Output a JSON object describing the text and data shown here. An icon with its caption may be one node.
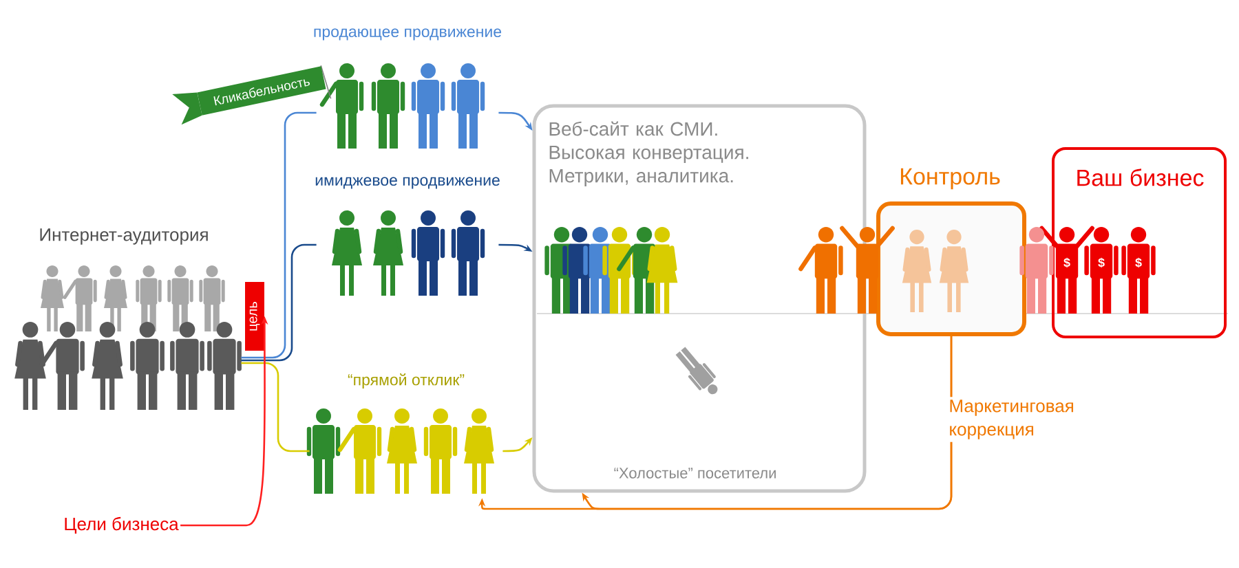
{
  "diagram": {
    "nodes": [
      {
        "text": [
          "Интернет-аудитория"
        ]
      },
      {
        "text": [
          "цель"
        ]
      },
      {
        "text": [
          "продающее продвижение"
        ]
      },
      {
        "text": [
          "имиджевое продвижение"
        ]
      },
      {
        "text": [
          "“прямой отклик”"
        ]
      },
      {
        "text": [
          "Веб-сайт как СМИ. Высокая конвертация. Метрики, аналитика.",
          "“Холостые” посетители"
        ]
      },
      {
        "text": [
          "Контроль"
        ]
      },
      {
        "text": [
          "Ваш бизнес"
        ]
      },
      {
        "text": [
          "Кликабельность"
        ]
      },
      {
        "text": [
          "Цели бизнеса"
        ]
      }
    ],
    "edges": [
      {
        "from": 0,
        "to": 2,
        "arrow": "none",
        "color": "#4a86d4"
      },
      {
        "from": 0,
        "to": 3,
        "arrow": "none",
        "color": "#1a4b8c"
      },
      {
        "from": 0,
        "to": 4,
        "arrow": "none",
        "color": "#d8cc00"
      },
      {
        "from": 2,
        "to": 5,
        "arrow": "to",
        "color": "#4a86d4"
      },
      {
        "from": 3,
        "to": 5,
        "arrow": "to",
        "color": "#1a4b8c"
      },
      {
        "from": 4,
        "to": 5,
        "arrow": "to",
        "color": "#d8cc00"
      },
      {
        "from": 9,
        "to": 1,
        "arrow": "to",
        "color": "#ff2020"
      },
      {
        "from": 6,
        "to": 5,
        "arrow": "to",
        "color": "#f07800",
        "label": "Маркетинговая коррекция"
      },
      {
        "from": 6,
        "to": 4,
        "arrow": "to",
        "color": "#f07800"
      }
    ],
    "labels": [
      "$",
      "$",
      "$"
    ]
  }
}
